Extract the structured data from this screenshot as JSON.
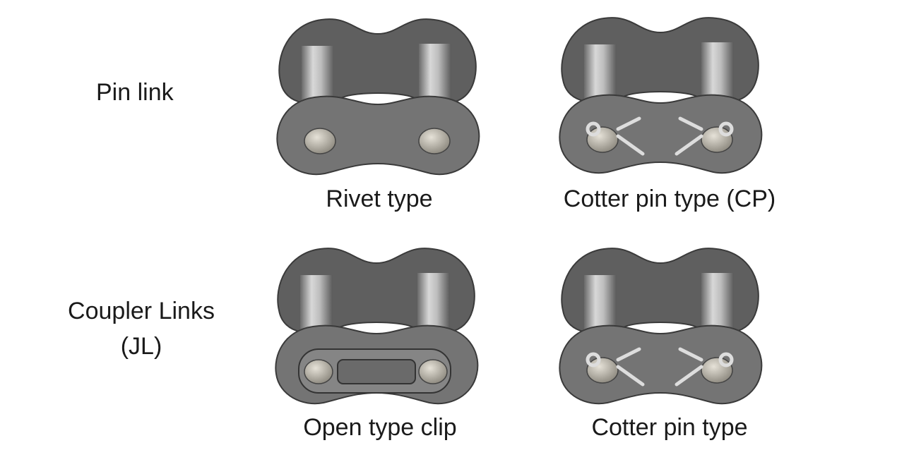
{
  "rows": [
    {
      "label": "Pin link",
      "items": [
        {
          "caption": "Rivet type",
          "variant": "rivet"
        },
        {
          "caption": "Cotter pin type (CP)",
          "variant": "cotter"
        }
      ]
    },
    {
      "label_line1": "Coupler Links",
      "label_line2": "(JL)",
      "items": [
        {
          "caption": "Open type clip",
          "variant": "clip"
        },
        {
          "caption": "Cotter pin type",
          "variant": "cotter"
        }
      ]
    }
  ],
  "colors": {
    "plate_back": "#5f5f5f",
    "plate_front": "#747474",
    "pin_light": "#d8d8d8",
    "pin_dark": "#6a6a6a"
  }
}
